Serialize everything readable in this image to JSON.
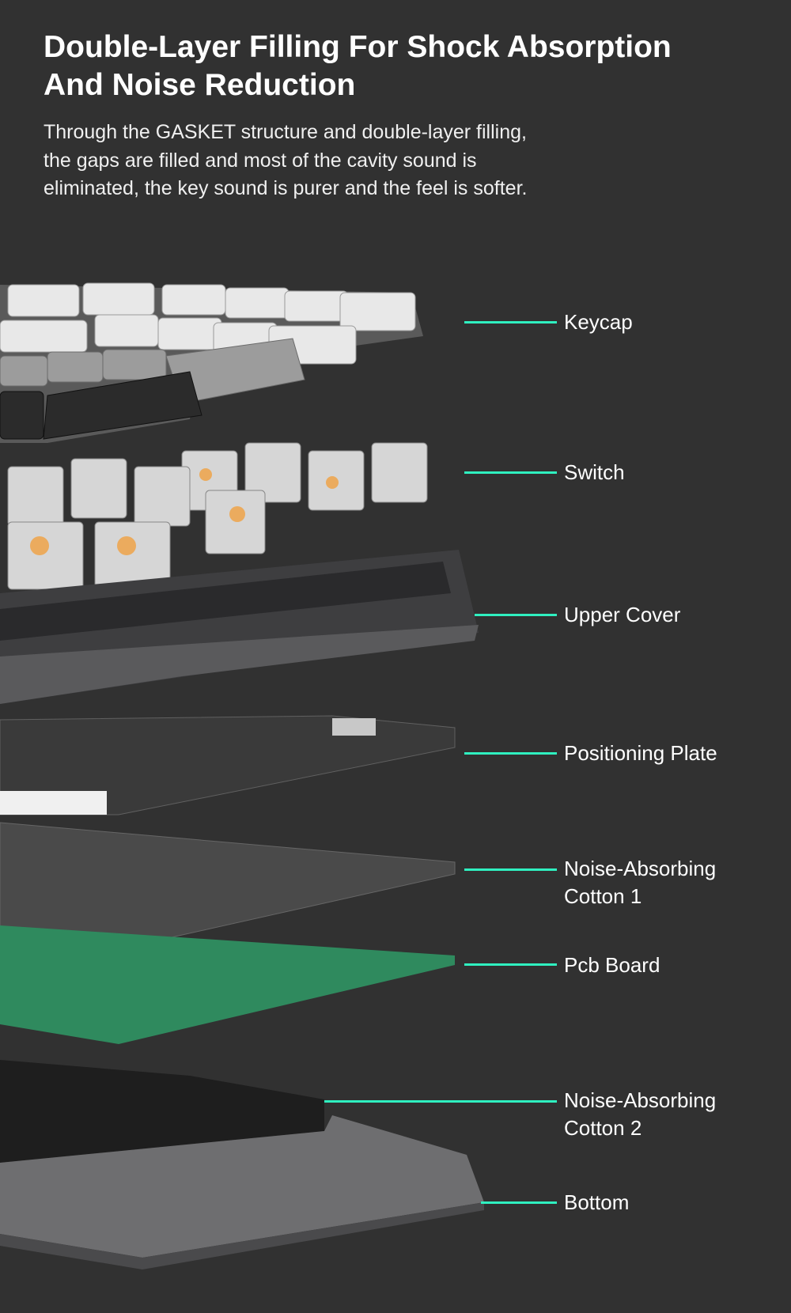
{
  "header": {
    "title_line1": "Double-Layer Filling For Shock Absorption",
    "title_line2": "And Noise Reduction",
    "description": [
      "Through the GASKET structure and double-layer filling,",
      "the gaps are filled and most of the cavity sound is",
      "eliminated, the key sound is purer and the feel is softer."
    ]
  },
  "accent_color": "#2ff0c0",
  "layers": [
    {
      "label": "Keycap"
    },
    {
      "label": "Switch"
    },
    {
      "label": "Upper Cover"
    },
    {
      "label": "Positioning Plate"
    },
    {
      "label": "Noise-Absorbing",
      "label2": "Cotton 1"
    },
    {
      "label": "Pcb Board"
    },
    {
      "label": "Noise-Absorbing",
      "label2": "Cotton 2"
    },
    {
      "label": "Bottom"
    }
  ]
}
